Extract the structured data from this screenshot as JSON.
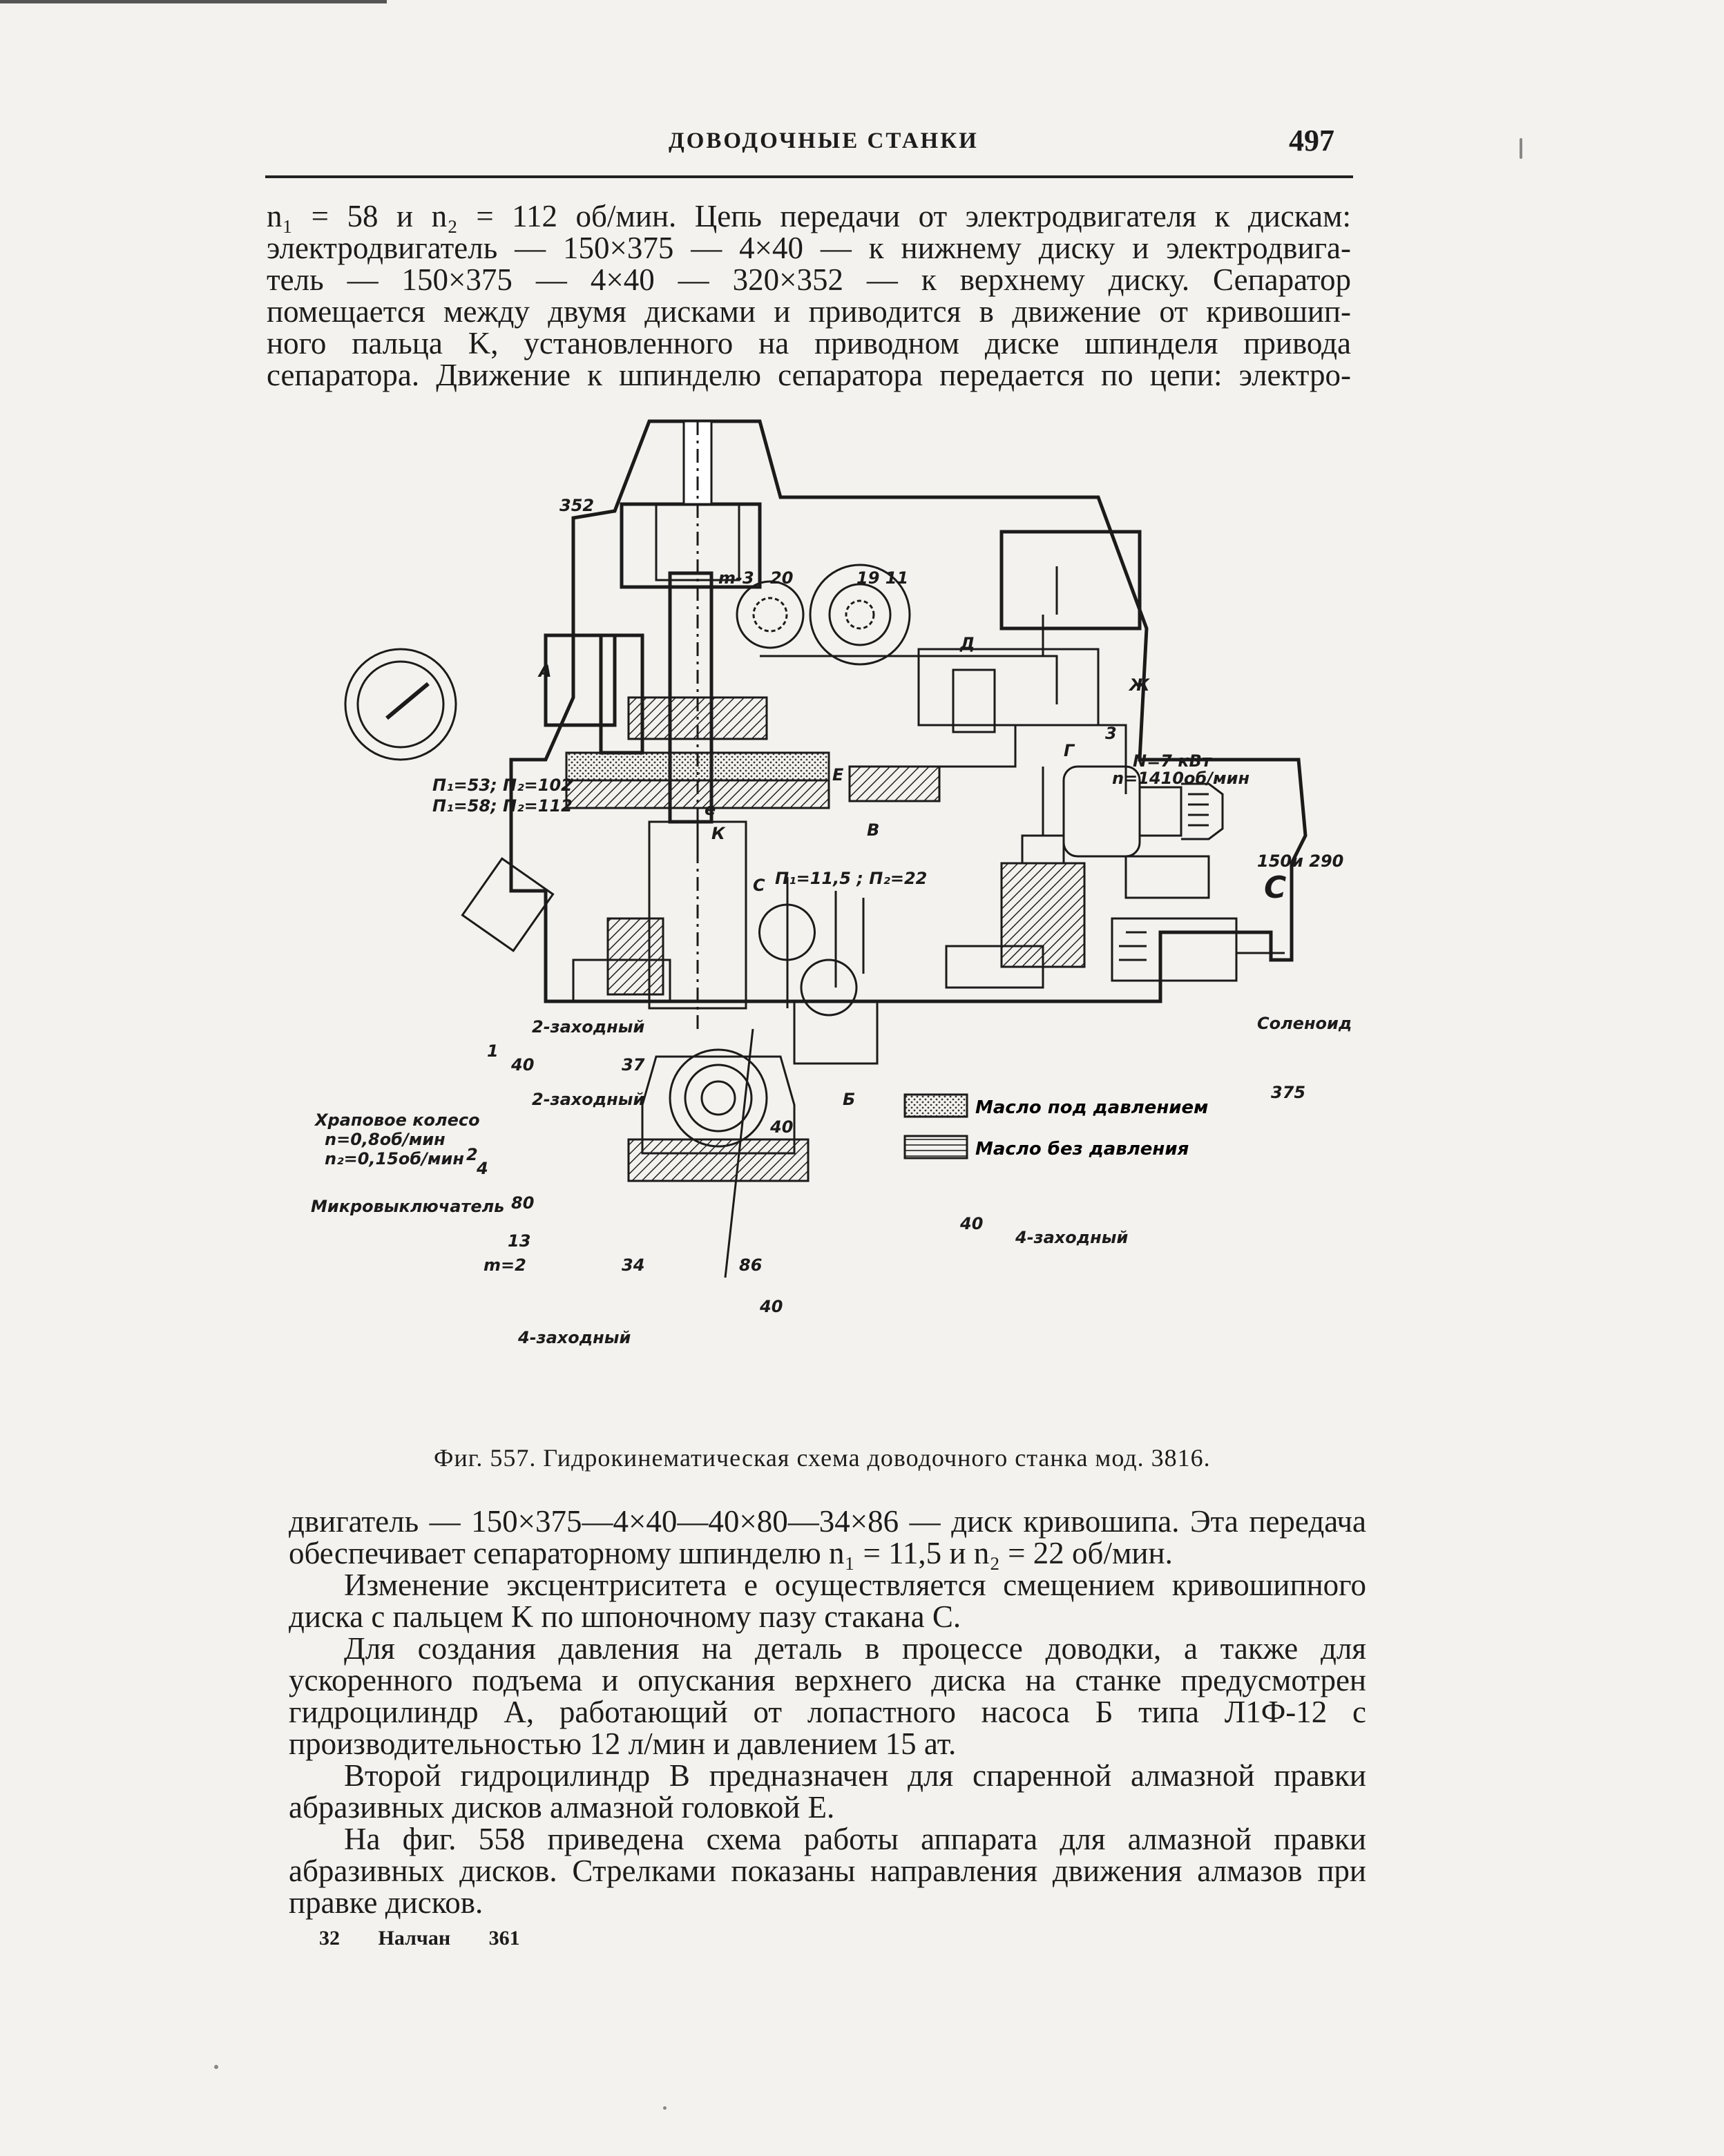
{
  "header": {
    "running_head": "ДОВОДОЧНЫЕ СТАНКИ",
    "page_number": "497"
  },
  "intro_lines": [
    "n₁ = 58 и n₂ = 112 об/мин. Цепь передачи от электродвигателя к дискам:",
    "электродвигатель — 150×375 — 4×40 — к нижнему диску и электродвига-",
    "тель — 150×375 — 4×40 — 320×352 — к верхнему диску. Сепаратор",
    "помещается между двумя дисками и приводится в движение от кривошип-",
    "ного пальца K, установленного на приводном диске шпинделя привода",
    "сепаратора. Движение к шпинделю сепаратора передается по цепи: электро-"
  ],
  "figure": {
    "labels": {
      "l352": "352",
      "lm3": "m-3",
      "l20": "20",
      "l1911": "19 11",
      "lA": "А",
      "lD": "Д",
      "lZh": "Ж",
      "l3": "3",
      "lN": "N=7 кВт",
      "ln": "n=1410об/мин",
      "ln1": "П₁=53; П₂=102",
      "ln2": "П₁=58; П₂=112",
      "lE": "Е",
      "le": "е",
      "lK": "К",
      "lV": "В",
      "lG": "Г",
      "l150": "150и 290",
      "lC": "С",
      "lc": "С",
      "ln3": "П₁=11,5 ; П₂=22",
      "l2z1": "2-заходный",
      "l2z2": "2-заходный",
      "l1": "1",
      "l40a": "40",
      "l37": "37",
      "lsolenoid": "Соленоид",
      "l375": "375",
      "lratchet": "Храповое колесо",
      "lratchet_n1": "n=0,8об/мин",
      "lratchet_n2": "n₂=0,15об/мин",
      "l2": "2",
      "l4": "4",
      "lmicro": "Микровыключатель",
      "l80": "80",
      "l13": "13",
      "lm2": "m=2",
      "l34": "34",
      "l86": "86",
      "l40b": "40",
      "lB": "Б",
      "l40c": "40",
      "l4z1": "4-заходный",
      "l40d": "40",
      "l4z2": "4-заходный"
    },
    "legend": {
      "pressure": "Масло под давлением",
      "no_pressure": "Масло без давления"
    }
  },
  "caption": "Фиг. 557. Гидрокинематическая схема доводочного станка мод. 3816.",
  "body": {
    "p1": "двигатель — 150×375—4×40—40×80—34×86 — диск кривошипа. Эта передача обеспечивает сепараторному шпинделю n₁ = 11,5 и n₂ = 22 об/мин.",
    "p2": "Изменение эксцентриситета e осуществляется смещением кривошипного диска с пальцем K по шпоночному пазу стакана C.",
    "p3": "Для создания давления на деталь в процессе доводки, а также для ускоренного подъема и опускания верхнего диска на станке предусмотрен гидроцилиндр A, работающий от лопастного насоса Б типа Л1Ф-12 с производительностью 12 л/мин и давлением 15 ат.",
    "p4": "Второй гидроцилиндр B предназначен для спаренной алмазной правки абразивных дисков алмазной головкой E.",
    "p5": "На фиг. 558 приведена схема работы аппарата для алмазной правки абразивных дисков. Стрелками показаны направления движения алмазов при правке дисков."
  },
  "footer": {
    "sheet": "32",
    "publisher": "Налчан",
    "code": "361"
  }
}
